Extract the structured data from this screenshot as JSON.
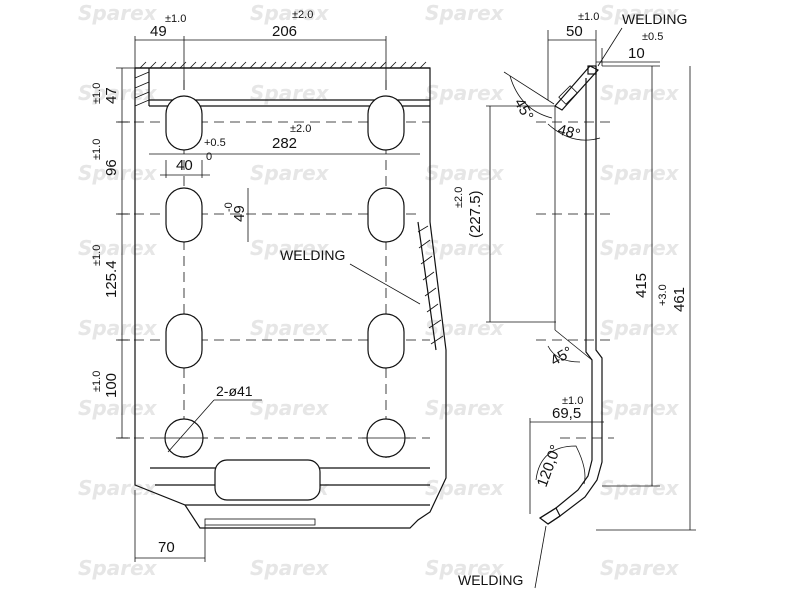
{
  "watermark": "Sparex",
  "labels": {
    "welding_mid": "WELDING",
    "welding_top": "WELDING",
    "welding_bottom": "WELDING",
    "hole_spec": "2-ø41"
  },
  "front_view": {
    "d49": "49",
    "d49_tol": "±1.0",
    "d206": "206",
    "d206_tol": "±2.0",
    "d282": "282",
    "d282_tol": "±2.0",
    "d47": "47",
    "d47_tol": "±1.0",
    "d96": "96",
    "d96_tol": "±1.0",
    "d40": "40",
    "d40_tol_plus": "+0.5",
    "d40_tol_zero": "0",
    "d49b": "49",
    "d49b_tol": "-0",
    "d125": "125.4",
    "d125_tol": "±1.0",
    "d100": "100",
    "d100_tol": "±1.0",
    "d70": "70"
  },
  "side_view": {
    "d50": "50",
    "d50_tol": "±1.0",
    "d10": "10",
    "d10_tol": "±0.5",
    "a45_top": "45°",
    "a48": "48°",
    "a45_bottom": "45°",
    "d227": "(227.5)",
    "d227_tol": "±2.0",
    "d415": "415",
    "d461": "461",
    "d461_tol": "+3.0",
    "d69": "69,5",
    "d69_tol": "±1.0",
    "a120": "120,0°"
  }
}
